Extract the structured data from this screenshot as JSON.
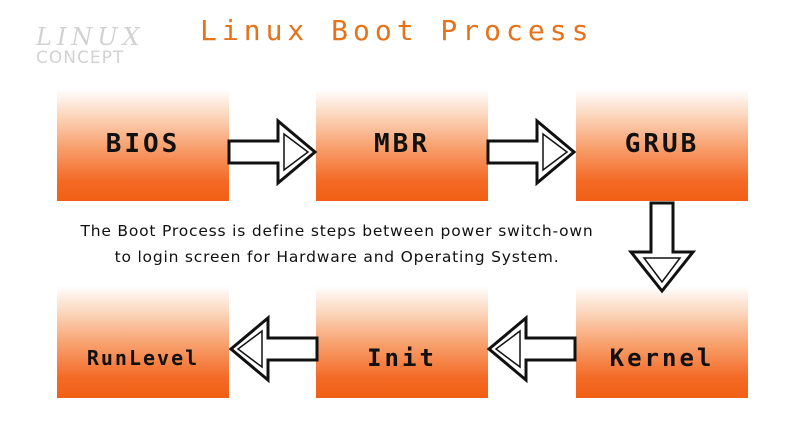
{
  "logo": {
    "line1": "LINUX",
    "line2": "CONCEPT"
  },
  "title": "Linux Boot Process",
  "boxes": {
    "bios": "BIOS",
    "mbr": "MBR",
    "grub": "GRUB",
    "kernel": "Kernel",
    "init": "Init",
    "runlevel": "RunLevel"
  },
  "description": {
    "line1": "The Boot Process is define steps between power switch-own",
    "line2": "to login screen for Hardware and Operating System."
  },
  "colors": {
    "accent": "#e5731b",
    "box_gradient_end": "#f25f14",
    "logo": "#d2d2d2"
  },
  "icons": [
    "arrow-right-icon",
    "arrow-down-icon",
    "arrow-left-icon"
  ]
}
